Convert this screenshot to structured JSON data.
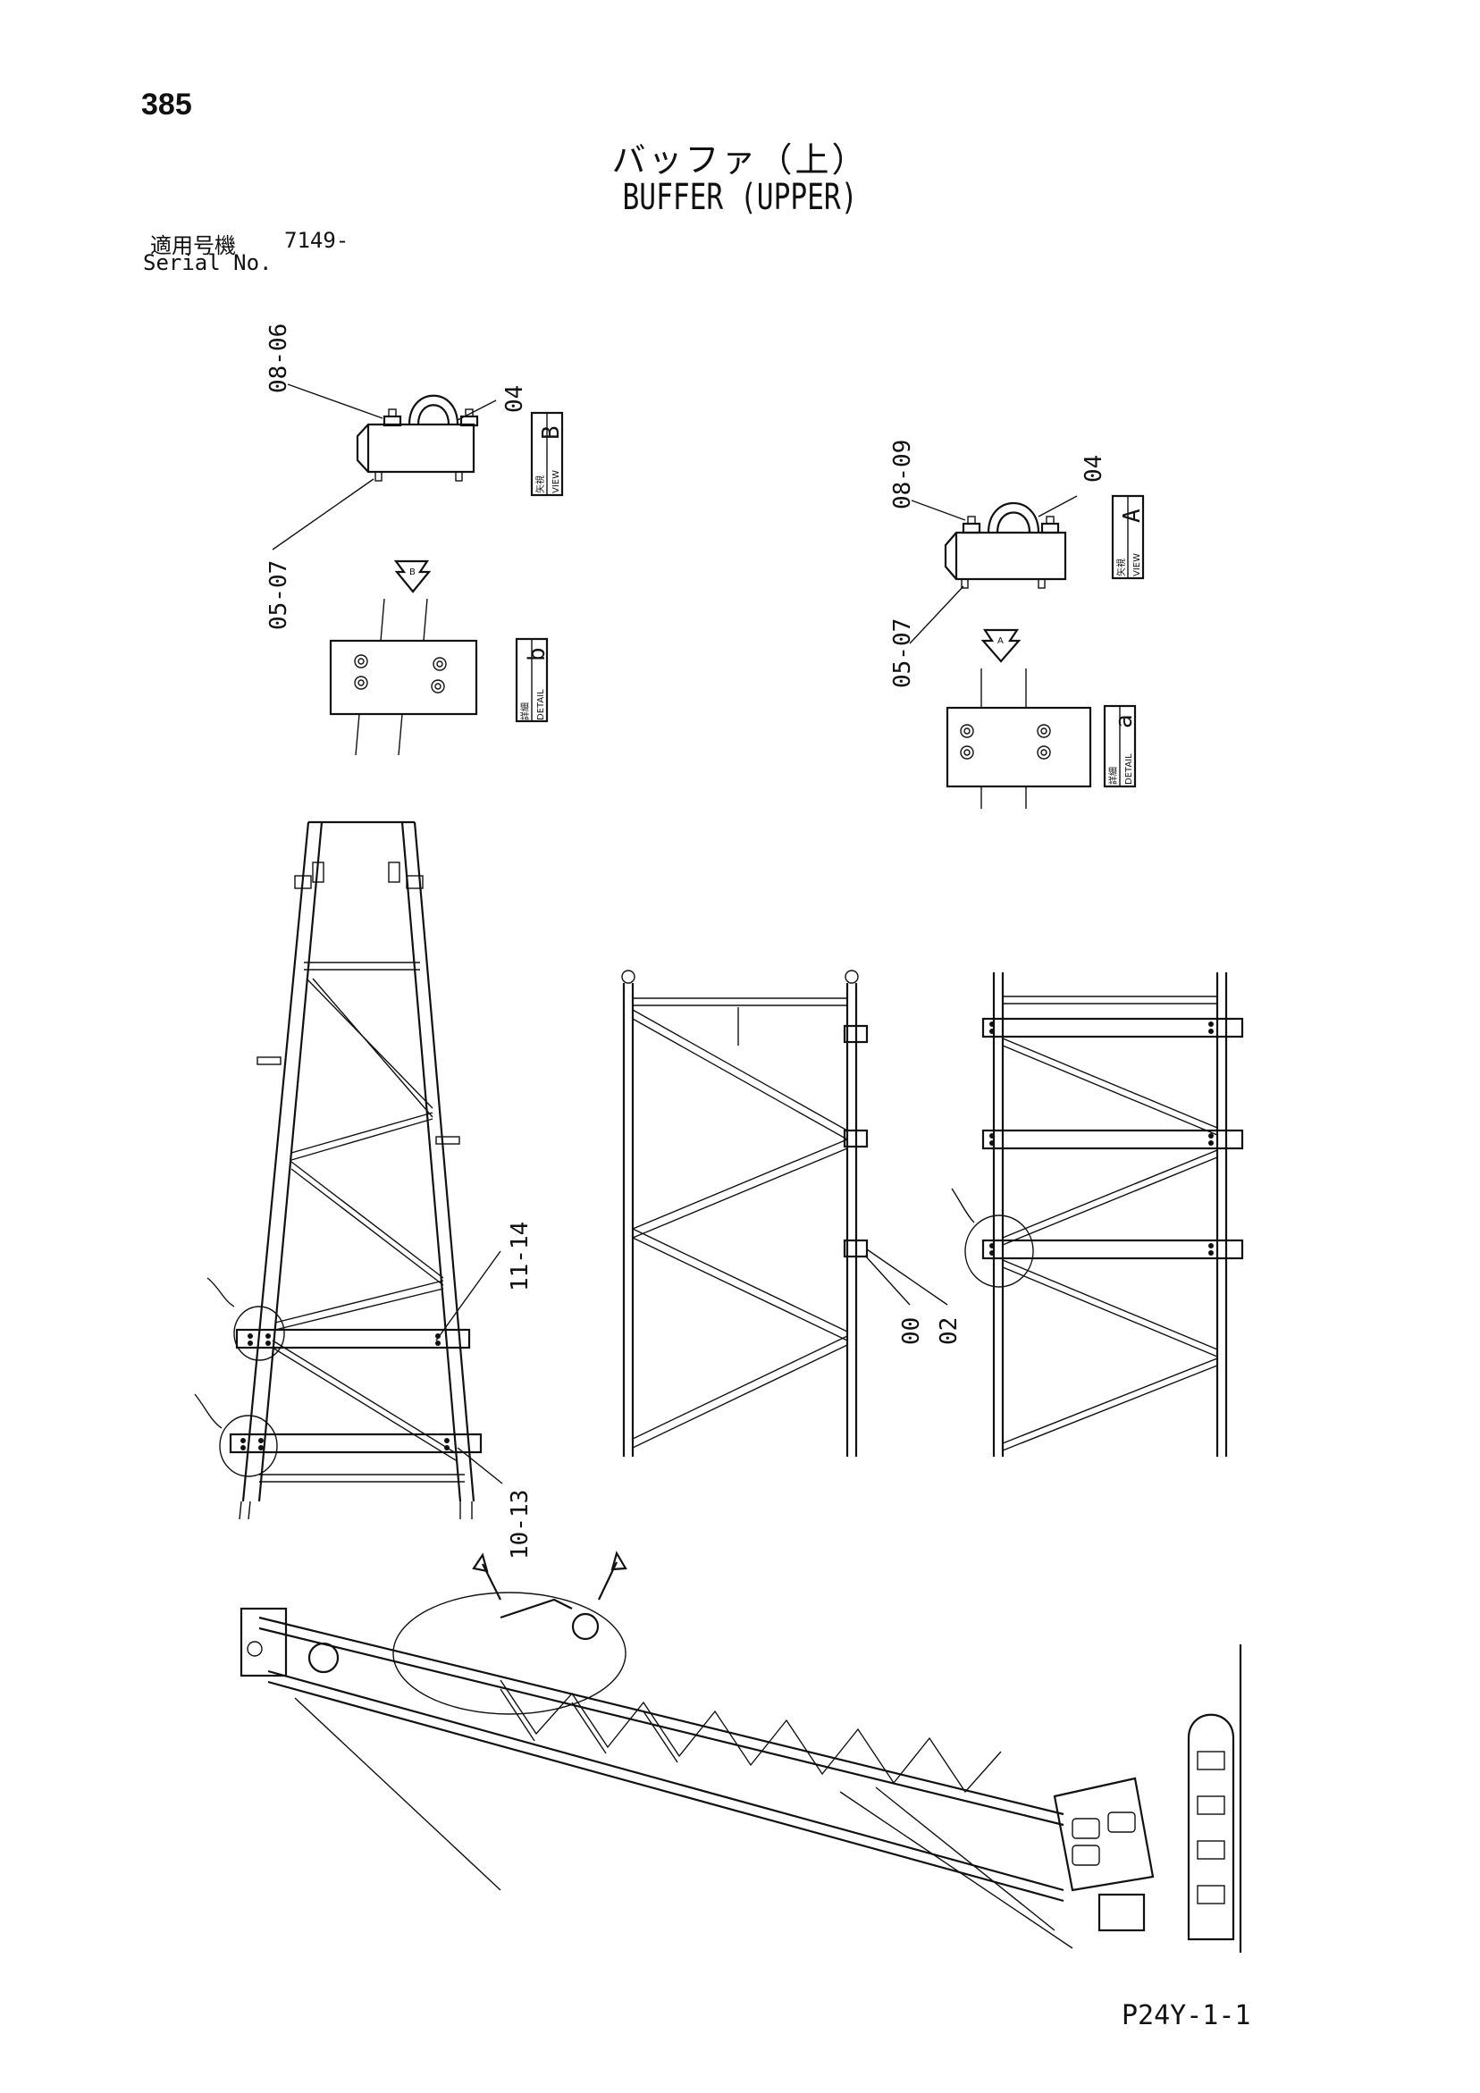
{
  "page": {
    "number": "385",
    "title_jp": "バッファ（上）",
    "title_en": "BUFFER (UPPER)",
    "serial_label_jp": "適用号機",
    "serial_number": "7149-",
    "serial_label_en": "Serial No.",
    "page_code": "P24Y-1-1"
  },
  "callouts": {
    "view_b_top": "08-06",
    "view_b_right": "04",
    "view_b_bottom": "05-07",
    "view_a_top": "08-09",
    "view_a_right": "04",
    "view_a_bottom": "05-07",
    "frame_upper": "11-14",
    "frame_lower": "10-13",
    "mid_left": "00",
    "mid_right": "02"
  },
  "view_labels": {
    "view_b": "B",
    "detail_b": "b",
    "view_a": "A",
    "detail_a": "a",
    "view_word": "VIEW",
    "detail_word": "DETAIL",
    "view_jp": "矢視",
    "detail_jp": "詳細",
    "arrow_b": "B",
    "arrow_a": "A"
  }
}
